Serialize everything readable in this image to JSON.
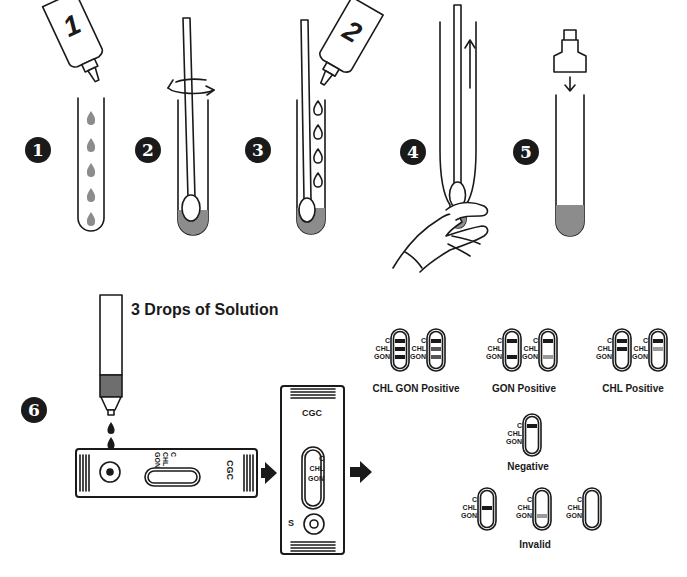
{
  "diagram": {
    "nodes": [
      {
        "text": [
          "1"
        ]
      },
      {
        "text": [
          "2"
        ]
      },
      {
        "text": [
          "3"
        ]
      },
      {
        "text": [
          "4"
        ]
      },
      {
        "text": [
          "5"
        ]
      },
      {
        "text": [
          "6"
        ]
      },
      {
        "text": [
          "C",
          "CHL",
          "GON",
          "CGC"
        ]
      },
      {
        "text": [
          "CGC",
          "C",
          "CHL",
          "GON",
          "S"
        ]
      },
      {
        "text": [
          "C",
          "CHL",
          "GON"
        ]
      },
      {
        "text": [
          "C",
          "CHL",
          "GON"
        ]
      },
      {
        "text": [
          "C",
          "CHL",
          "GON"
        ]
      },
      {
        "text": [
          "C",
          "CHL",
          "GON"
        ]
      },
      {
        "text": [
          "C",
          "CHL",
          "GON"
        ]
      },
      {
        "text": [
          "C",
          "CHL",
          "GON"
        ]
      },
      {
        "text": [
          "C",
          "CHL",
          "GON"
        ]
      },
      {
        "text": [
          "C",
          "CHL",
          "GON"
        ]
      },
      {
        "text": [
          "C",
          "CHL",
          "GON"
        ]
      },
      {
        "text": [
          "C",
          "CHL",
          "GON"
        ]
      }
    ],
    "edges": [
      {
        "from": 6,
        "to": 7,
        "arrow": "to"
      }
    ],
    "labels": [
      "1",
      "2",
      "3 Drops of Solution",
      "CHL GON Positive",
      "GON Positive",
      "CHL Positive",
      "Negative",
      "Invalid"
    ]
  }
}
